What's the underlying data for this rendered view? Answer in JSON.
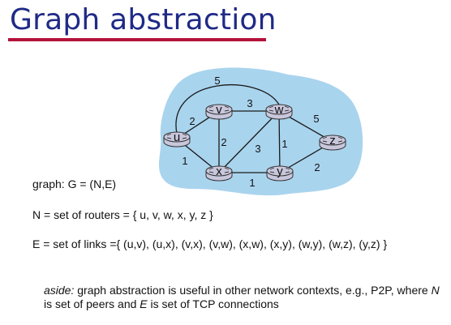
{
  "title": "Graph abstraction",
  "graph": {
    "nodes": [
      {
        "id": "u",
        "label": "u"
      },
      {
        "id": "v",
        "label": "v"
      },
      {
        "id": "w",
        "label": "w"
      },
      {
        "id": "x",
        "label": "x"
      },
      {
        "id": "y",
        "label": "y"
      },
      {
        "id": "z",
        "label": "z"
      }
    ],
    "edges": [
      {
        "from": "u",
        "to": "v",
        "cost": "2"
      },
      {
        "from": "u",
        "to": "x",
        "cost": "1"
      },
      {
        "from": "u",
        "to": "w",
        "cost": "5"
      },
      {
        "from": "v",
        "to": "w",
        "cost": "3"
      },
      {
        "from": "v",
        "to": "x",
        "cost": "2"
      },
      {
        "from": "x",
        "to": "w",
        "cost": "3"
      },
      {
        "from": "x",
        "to": "y",
        "cost": "1"
      },
      {
        "from": "w",
        "to": "y",
        "cost": "1"
      },
      {
        "from": "w",
        "to": "z",
        "cost": "5"
      },
      {
        "from": "y",
        "to": "z",
        "cost": "2"
      }
    ],
    "colors": {
      "cloud": "#a9d4ee",
      "router_fill": "#c9c7dc",
      "router_stroke": "#333333",
      "title": "#1f2a86",
      "underline": "#b4123a"
    }
  },
  "text": {
    "graph_def": "graph: G = (N,E)",
    "n_def": "N = set of routers = { u, v, w, x, y, z }",
    "e_def": "E = set of links ={ (u,v), (u,x), (v,x), (v,w), (x,w), (x,y), (w,y), (w,z), (y,z) }",
    "aside_prefix": "aside:",
    "aside_body1": " graph abstraction is useful in other network contexts, e.g., P2P, where ",
    "aside_n": "N",
    "aside_body2": " is set of peers and ",
    "aside_e": "E",
    "aside_body3": " is set of TCP connections"
  }
}
